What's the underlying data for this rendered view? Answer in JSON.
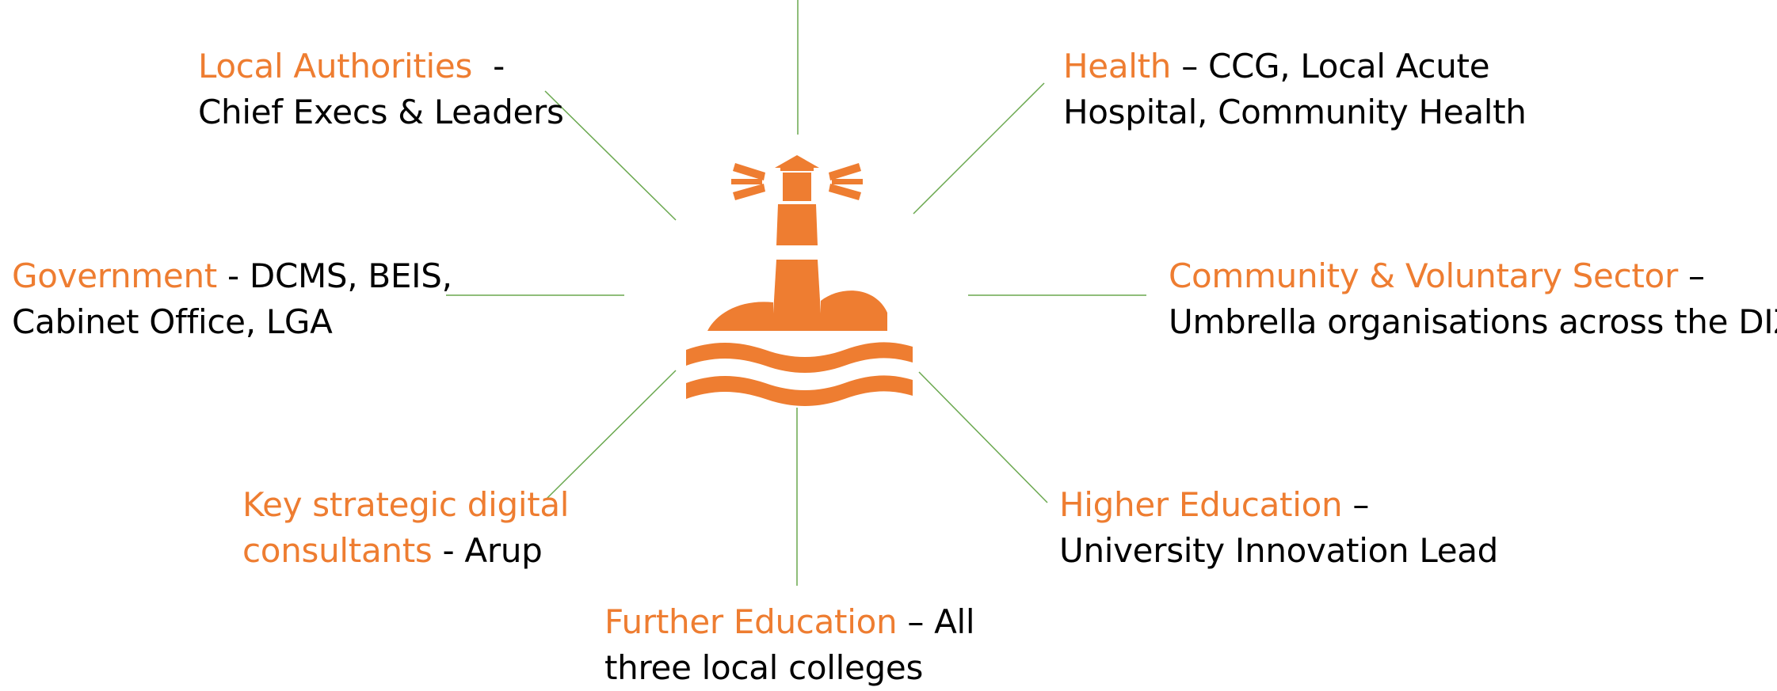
{
  "colors": {
    "accent": "#ee7d31",
    "connector": "#6aa84f",
    "text": "#000000",
    "background": "#ffffff"
  },
  "center_icon": "lighthouse-icon",
  "nodes": {
    "local_authorities": {
      "highlight": "Local Authorities",
      "rest": "-",
      "line2": "Chief Execs & Leaders"
    },
    "health": {
      "highlight": "Health",
      "rest": "– CCG, Local Acute",
      "line2": "Hospital, Community Health"
    },
    "government": {
      "highlight": "Government",
      "rest": "- DCMS, BEIS,",
      "line2": "Cabinet Office, LGA"
    },
    "community": {
      "highlight": "Community & Voluntary Sector",
      "rest": "–",
      "line2": "Umbrella organisations across the DIZ"
    },
    "consultants": {
      "line1": "Key strategic digital",
      "highlight": "consultants",
      "rest": "- Arup"
    },
    "higher_education": {
      "highlight": "Higher Education",
      "rest": "–",
      "line2": "University Innovation Lead"
    },
    "further_education": {
      "highlight": "Further Education",
      "rest": "– All",
      "line2": "three local colleges"
    }
  }
}
